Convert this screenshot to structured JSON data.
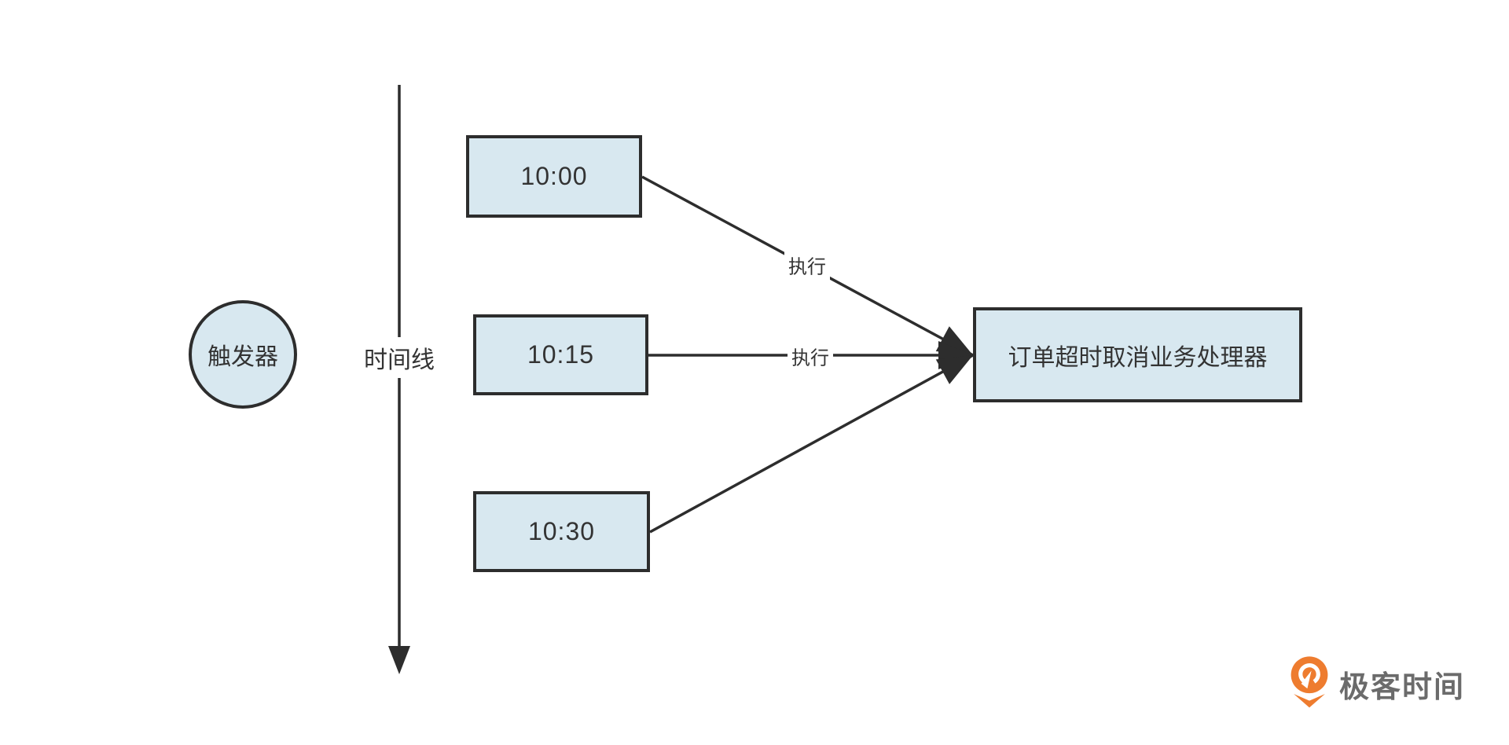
{
  "page": {
    "background": "#ffffff"
  },
  "diagram": {
    "trigger": {
      "label": "触发器"
    },
    "timeline": {
      "label": "时间线"
    },
    "timers": [
      {
        "label": "10:00"
      },
      {
        "label": "10:15"
      },
      {
        "label": "10:30"
      }
    ],
    "edges": [
      {
        "label": "执行"
      },
      {
        "label": "执行"
      },
      {
        "label": ""
      }
    ],
    "processor": {
      "label": "订单超时取消业务处理器"
    },
    "colors": {
      "node_fill": "#d8e8f0",
      "stroke": "#2d2d2d",
      "text": "#333333"
    }
  },
  "branding": {
    "logo_text": "极客时间",
    "logo_icon": "geektime-logo-icon",
    "logo_orange": "#ee7c2f",
    "logo_text_color": "#6b6b6b"
  }
}
